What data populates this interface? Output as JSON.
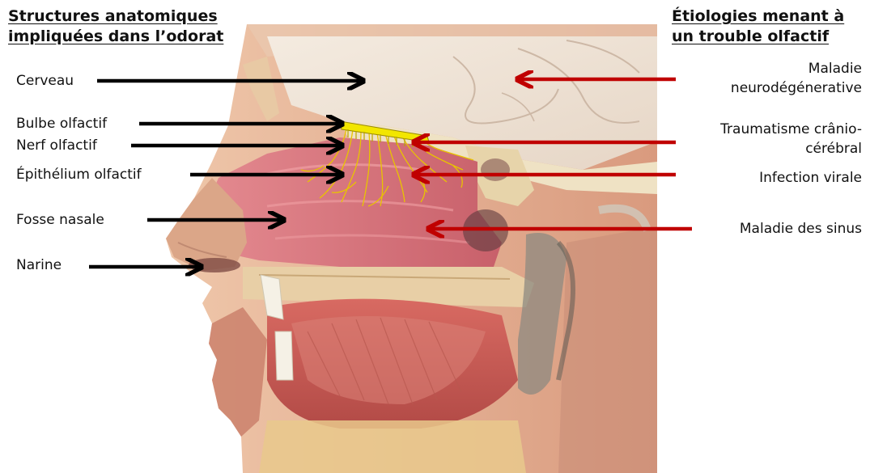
{
  "headings": {
    "left_line1": "Structures anatomiques",
    "left_line2": "impliquées dans l’odorat",
    "right_line1": "Étiologies menant à",
    "right_line2": "un trouble olfactif"
  },
  "structures": [
    "Cerveau",
    "Bulbe olfactif",
    "Nerf olfactif",
    "Épithélium olfactif",
    "Fosse nasale",
    "Narine"
  ],
  "etiologies": {
    "neuro_line1": "Maladie",
    "neuro_line2": "neurodégénerative",
    "trauma_line1": "Traumatisme crânio-",
    "trauma_line2": "cérébral",
    "viral": "Infection virale",
    "sinus": "Maladie des sinus"
  },
  "colors": {
    "structure_arrow": "#000000",
    "etiology_arrow": "#c00000",
    "olfactory_bulb": "#f2e600",
    "nerve_fibers": "#e8c400",
    "nasal_mucosa": "#d9737a",
    "skin": "#e8b89a",
    "brain": "#efe4d8"
  }
}
